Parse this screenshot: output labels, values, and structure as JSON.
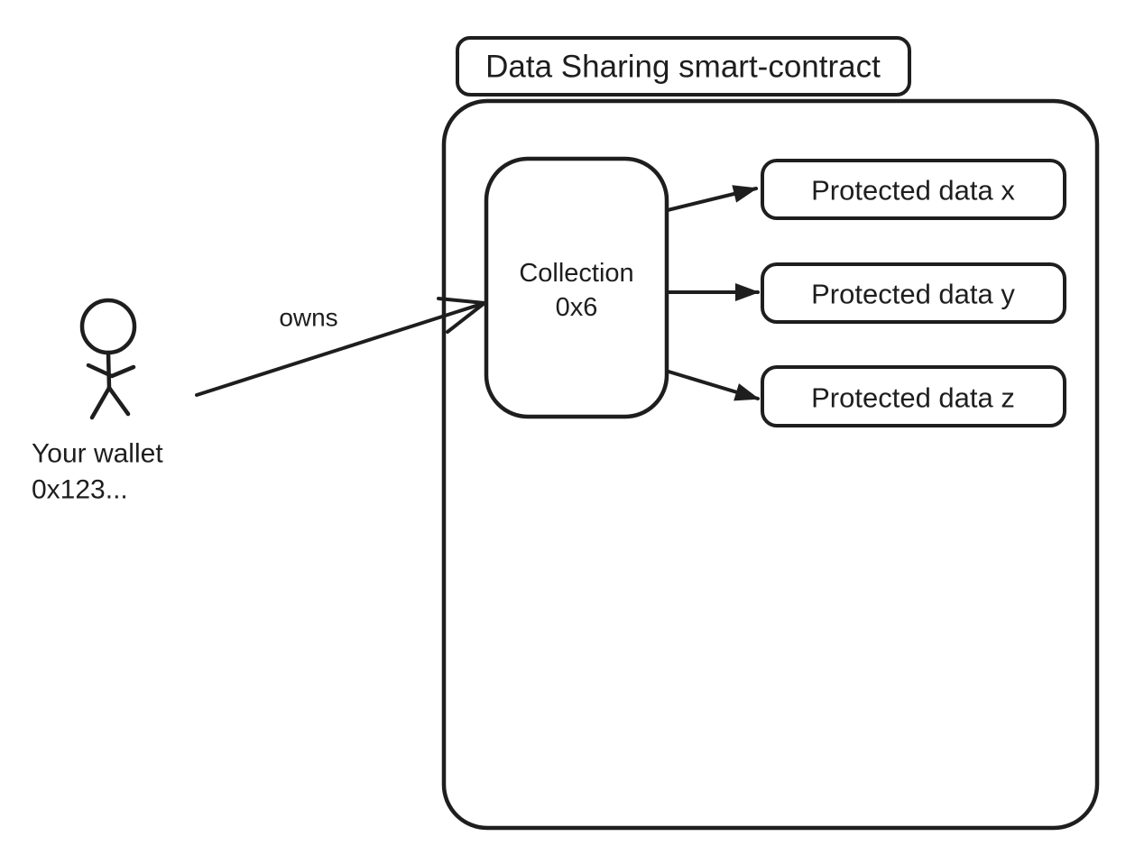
{
  "diagram": {
    "title": "Data Sharing smart-contract",
    "collection": {
      "line1": "Collection",
      "line2": "0x6"
    },
    "protected_data": [
      {
        "label": "Protected data x"
      },
      {
        "label": "Protected data y"
      },
      {
        "label": "Protected data z"
      }
    ],
    "wallet": {
      "line1": "Your wallet",
      "line2": "0x123...",
      "relation_label": "owns"
    },
    "colors": {
      "ink": "#1e1e1e",
      "background": "#ffffff"
    }
  }
}
